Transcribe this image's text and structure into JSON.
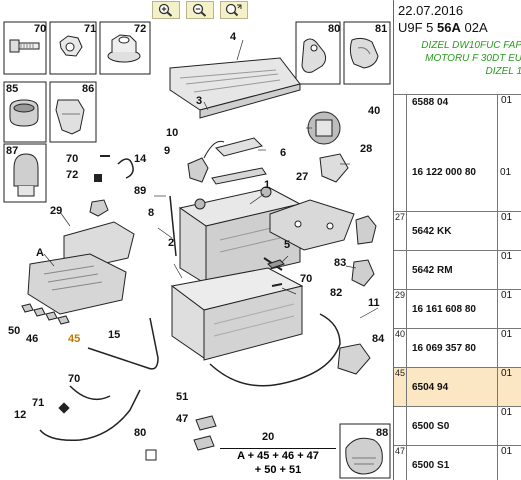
{
  "toolbar": {
    "zoom_in": "zoom-in-icon",
    "zoom_out": "zoom-out-icon",
    "zoom_fit": "zoom-fit-icon"
  },
  "diagram": {
    "callouts": [
      "70",
      "71",
      "72",
      "4",
      "80",
      "81",
      "85",
      "86",
      "87",
      "40",
      "3",
      "14",
      "10",
      "9",
      "6",
      "28",
      "70",
      "72",
      "89",
      "1",
      "27",
      "29",
      "8",
      "2",
      "5",
      "A",
      "83",
      "70",
      "82",
      "50",
      "46",
      "45",
      "15",
      "11",
      "84",
      "70",
      "51",
      "71",
      "12",
      "47",
      "80",
      "20",
      "88"
    ],
    "highlight": "45",
    "formula_top": "20",
    "formula_lines": [
      "A + 45 + 46 + 47",
      "+ 50 + 51"
    ]
  },
  "info": {
    "date": "22.07.2016",
    "code_prefix": "U9F 5 ",
    "code_bold": "56A",
    "code_suffix": " 02A",
    "desc_lines": [
      "DIZEL DW10FUC FAP",
      "MOTORU F 30DT EU",
      "DIZEL 1"
    ]
  },
  "parts": [
    {
      "idx": "",
      "ref": "6588 04",
      "qty": "01"
    },
    {
      "idx": "",
      "ref": "16 122 000 80",
      "qty": "01"
    },
    {
      "idx": "27",
      "ref": "5642 KK",
      "qty": "01"
    },
    {
      "idx": "",
      "ref": "5642 RM",
      "qty": "01"
    },
    {
      "idx": "29",
      "ref": "16 161 608 80",
      "qty": "01"
    },
    {
      "idx": "40",
      "ref": "16 069 357 80",
      "qty": "01"
    },
    {
      "idx": "45",
      "ref": "6504 94",
      "qty": "01"
    },
    {
      "idx": "",
      "ref": "6500 S0",
      "qty": "01"
    },
    {
      "idx": "47",
      "ref": "6500 S1",
      "qty": "01"
    }
  ],
  "selected_row_index": 6
}
